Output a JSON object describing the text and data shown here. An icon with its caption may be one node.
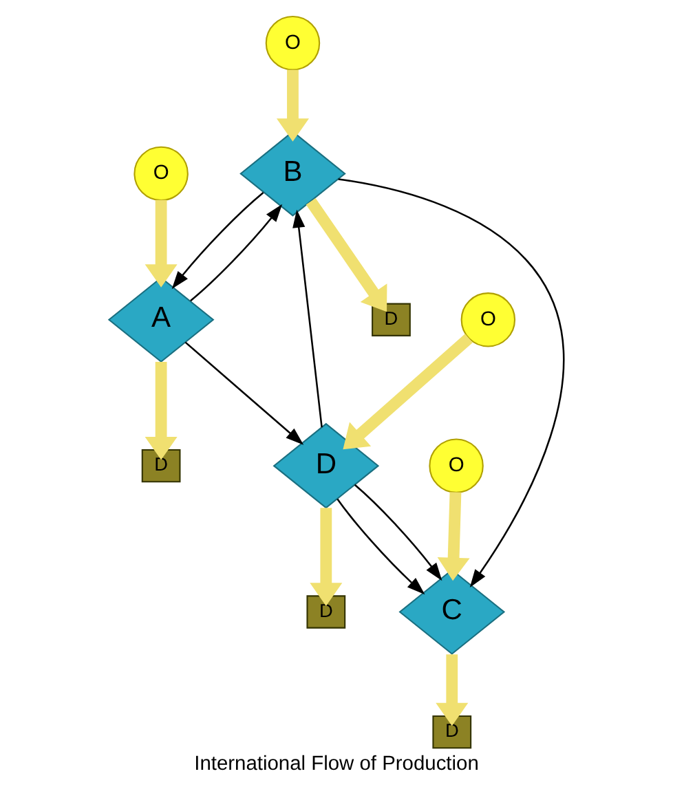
{
  "diagram": {
    "caption": "International Flow of Production",
    "nodes": [
      {
        "text": [
          "D"
        ]
      },
      {
        "text": [
          "B"
        ]
      },
      {
        "text": [
          "O"
        ]
      },
      {
        "text": [
          "O"
        ]
      },
      {
        "text": [
          "A"
        ]
      },
      {
        "text": [
          "D"
        ]
      },
      {
        "text": [
          "C"
        ]
      },
      {
        "text": [
          "D"
        ]
      },
      {
        "text": [
          "O"
        ]
      },
      {
        "text": [
          "D"
        ]
      },
      {
        "text": [
          "D"
        ]
      },
      {
        "text": [
          "O"
        ]
      }
    ],
    "edges": [
      {
        "from": 1,
        "to": 4,
        "arrow": "to",
        "color": "#000000"
      },
      {
        "from": 4,
        "to": 1,
        "arrow": "to",
        "color": "#000000"
      },
      {
        "from": 1,
        "to": 6,
        "arrow": "to",
        "color": "#000000"
      },
      {
        "from": 4,
        "to": 9,
        "arrow": "to",
        "color": "#000000"
      },
      {
        "from": 9,
        "to": 1,
        "arrow": "to",
        "color": "#000000"
      },
      {
        "from": 9,
        "to": 6,
        "arrow": "to",
        "color": "#000000"
      },
      {
        "from": 9,
        "to": 6,
        "arrow": "to",
        "color": "#000000"
      },
      {
        "from": 3,
        "to": 4,
        "arrow": "to"
      },
      {
        "from": 4,
        "to": 7,
        "arrow": "to"
      },
      {
        "from": 2,
        "to": 1,
        "arrow": "to"
      },
      {
        "from": 1,
        "to": 0,
        "arrow": "to"
      },
      {
        "from": 8,
        "to": 6,
        "arrow": "to"
      },
      {
        "from": 6,
        "to": 5,
        "arrow": "to"
      },
      {
        "from": 11,
        "to": 9,
        "arrow": "to"
      },
      {
        "from": 9,
        "to": 10,
        "arrow": "to"
      }
    ]
  }
}
